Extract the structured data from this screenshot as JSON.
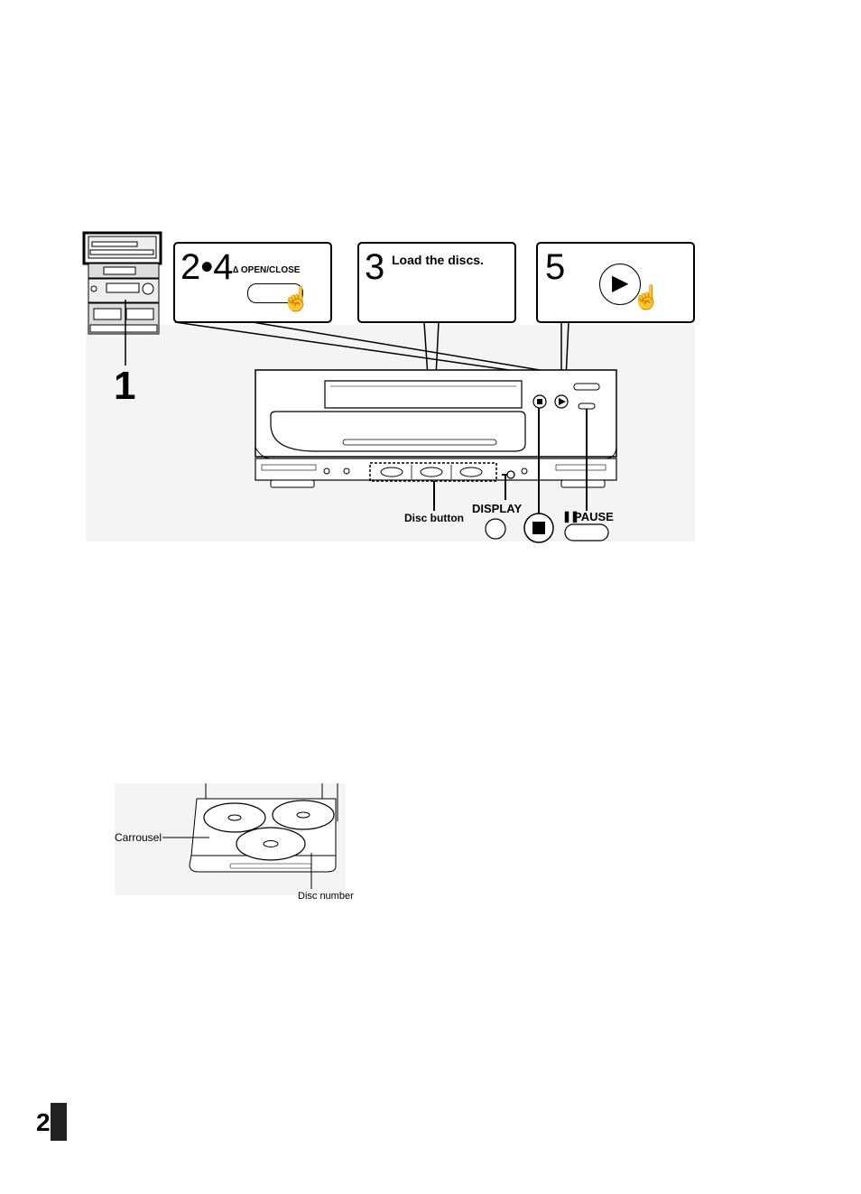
{
  "step1": {
    "number": "1"
  },
  "step24": {
    "number": "2•4",
    "button_label": "∆ OPEN/CLOSE"
  },
  "step3": {
    "number": "3",
    "text": "Load the discs."
  },
  "step5": {
    "number": "5"
  },
  "player_labels": {
    "disc_button": "Disc button",
    "display": "DISPLAY",
    "pause": "PAUSE"
  },
  "carrousel_labels": {
    "carrousel": "Carrousel",
    "disc_number": "Disc number"
  },
  "page_number": "2",
  "icons": [
    "hand-pointer-icon",
    "play-icon",
    "stop-icon",
    "pause-icon",
    "eject-icon"
  ]
}
